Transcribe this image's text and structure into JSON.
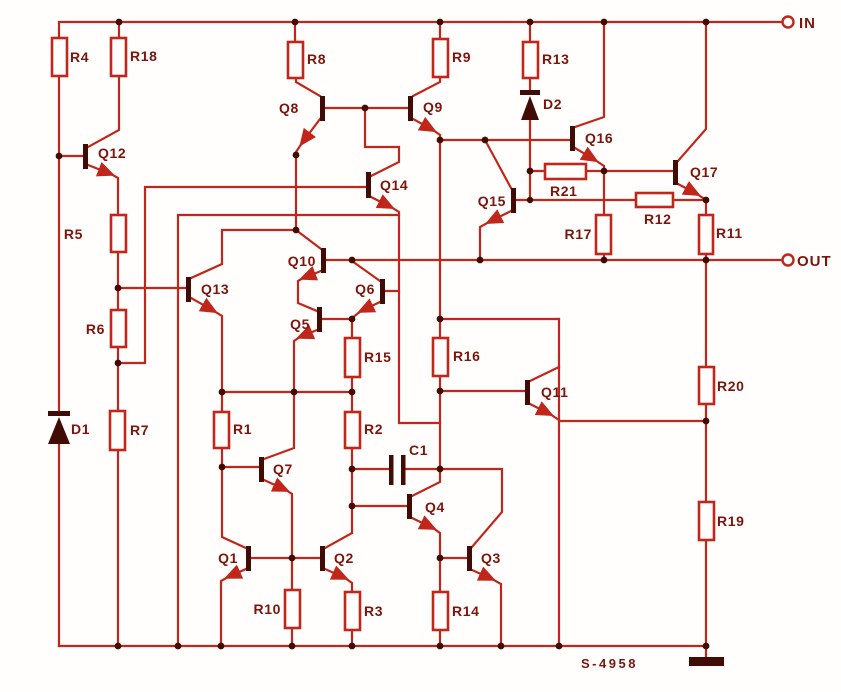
{
  "meta": {
    "type": "circuit-schematic",
    "drawing_number": "S-4958",
    "description": "Red monolithic voltage-regulator transistor schematic with input and output terminals"
  },
  "colors": {
    "wire": "#c1261a",
    "label": "#7c150c",
    "dark": "#400c05",
    "background": "#fffefd"
  },
  "terminals": {
    "in": "IN",
    "out": "OUT",
    "ground": "ground-symbol"
  },
  "labels": {
    "R1": "R1",
    "R2": "R2",
    "R3": "R3",
    "R4": "R4",
    "R5": "R5",
    "R6": "R6",
    "R7": "R7",
    "R8": "R8",
    "R9": "R9",
    "R10": "R10",
    "R11": "R11",
    "R12": "R12",
    "R13": "R13",
    "R14": "R14",
    "R15": "R15",
    "R16": "R16",
    "R17": "R17",
    "R18": "R18",
    "R19": "R19",
    "R20": "R20",
    "R21": "R21",
    "Q1": "Q1",
    "Q2": "Q2",
    "Q3": "Q3",
    "Q4": "Q4",
    "Q5": "Q5",
    "Q6": "Q6",
    "Q7": "Q7",
    "Q8": "Q8",
    "Q9": "Q9",
    "Q10": "Q10",
    "Q11": "Q11",
    "Q12": "Q12",
    "Q13": "Q13",
    "Q14": "Q14",
    "Q15": "Q15",
    "Q16": "Q16",
    "Q17": "Q17",
    "D1": "D1",
    "D2": "D2",
    "C1": "C1",
    "IN": "IN",
    "OUT": "OUT",
    "DWG": "S-4958"
  },
  "schematic": {
    "resistors": [
      "R1",
      "R2",
      "R3",
      "R4",
      "R5",
      "R6",
      "R7",
      "R8",
      "R9",
      "R10",
      "R11",
      "R12",
      "R13",
      "R14",
      "R15",
      "R16",
      "R17",
      "R18",
      "R19",
      "R20",
      "R21"
    ],
    "transistors": [
      "Q1",
      "Q2",
      "Q3",
      "Q4",
      "Q5",
      "Q6",
      "Q7",
      "Q8",
      "Q9",
      "Q10",
      "Q11",
      "Q12",
      "Q13",
      "Q14",
      "Q15",
      "Q16",
      "Q17"
    ],
    "diodes": [
      "D1",
      "D2"
    ],
    "capacitors": [
      "C1"
    ],
    "rails": [
      "top supply rail to IN",
      "output rail to OUT",
      "bottom ground rail"
    ]
  }
}
